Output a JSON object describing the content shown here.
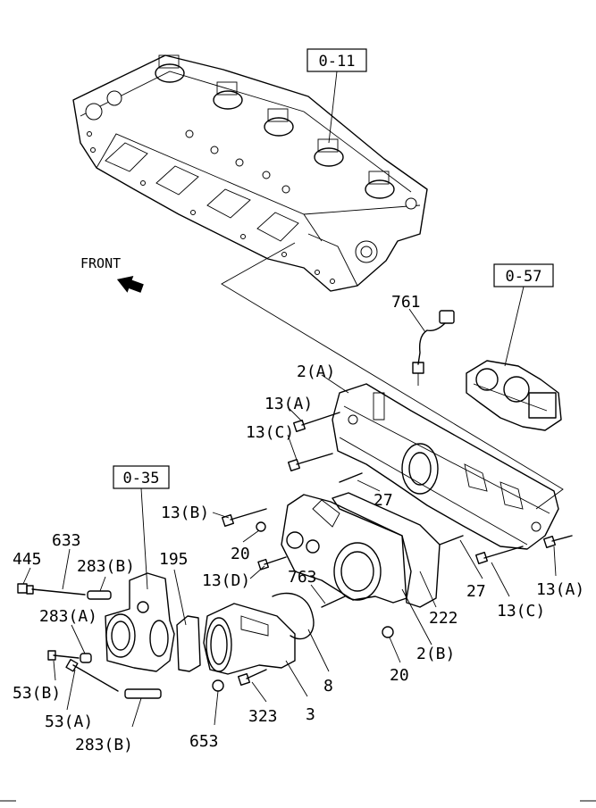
{
  "front_label": "FRONT",
  "refs": [
    "0-11",
    "0-57",
    "0-35"
  ],
  "callouts": [
    "761",
    "2(A)",
    "13(A)",
    "13(C)",
    "27",
    "13(B)",
    "20",
    "13(D)",
    "763",
    "27",
    "13(A)",
    "13(C)",
    "222",
    "2(B)",
    "20",
    "633",
    "445",
    "283(B)",
    "195",
    "283(A)",
    "53(B)",
    "53(A)",
    "283(B)",
    "653",
    "323",
    "3",
    "8"
  ]
}
